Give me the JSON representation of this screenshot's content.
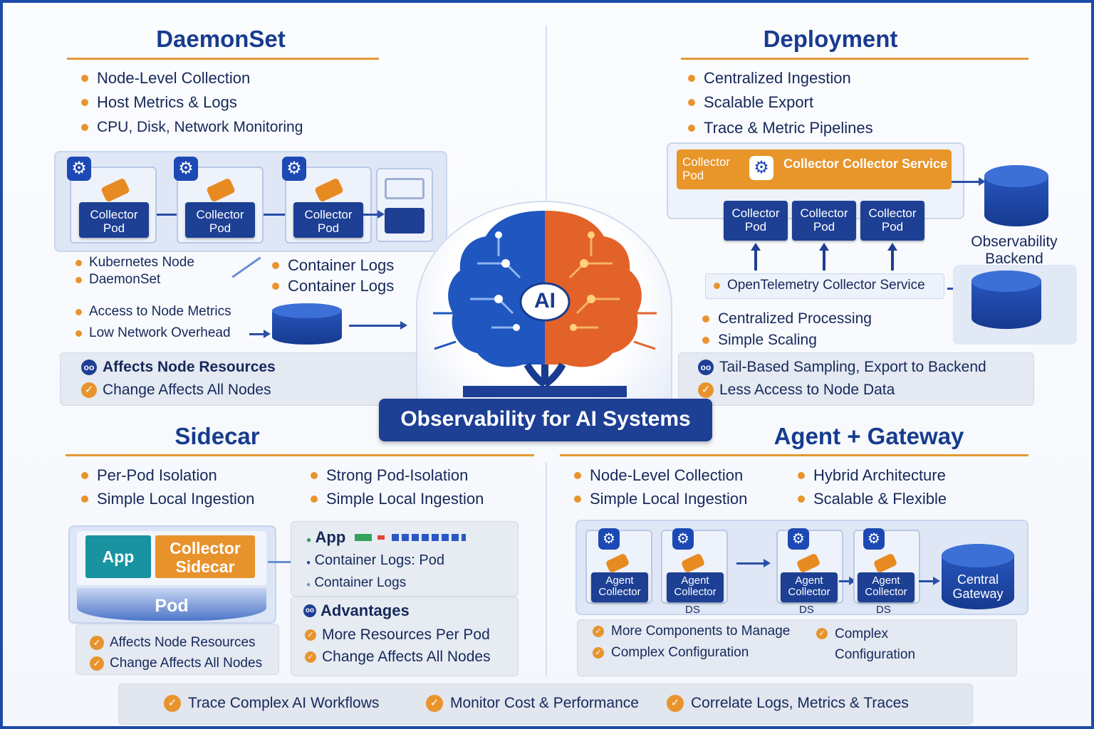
{
  "center": {
    "ai_label": "AI",
    "banner": "Observability for AI Systems"
  },
  "daemonset": {
    "title": "DaemonSet",
    "bullets": [
      "Node-Level Collection",
      "Host Metrics & Logs",
      "CPU, Disk, Network Monitoring"
    ],
    "pods": [
      "Collector\nPod",
      "Collector\nPod",
      "Collector\nPod"
    ],
    "node_labels": [
      "Kubernetes Node",
      "DaemonSet"
    ],
    "logs": [
      "Container Logs",
      "Container Logs"
    ],
    "access": [
      "Access to Node Metrics",
      "Low Network Overhead"
    ],
    "notes": [
      {
        "icon": "warning-icon",
        "text": "Affects Node Resources"
      },
      {
        "icon": "check-icon",
        "text": "Change Affects All Nodes"
      }
    ]
  },
  "deployment": {
    "title": "Deployment",
    "bullets": [
      "Centralized Ingestion",
      "Scalable Export",
      "Trace & Metric Pipelines"
    ],
    "collector_pod": "Collector\nPod",
    "collector_service": "Collector Collector Service",
    "pods": [
      "Collector\nPod",
      "Collector\nPod",
      "Collector\nPod"
    ],
    "backend": "Observability\nBackend",
    "otel_service": "OpenTelemetry Collector Service",
    "extra": [
      "Centralized Processing",
      "Simple Scaling"
    ],
    "notes": [
      {
        "icon": "warning-icon",
        "text": "Tail-Based Sampling, Export to Backend"
      },
      {
        "icon": "check-icon",
        "text": "Less Access to Node Data"
      }
    ]
  },
  "sidecar": {
    "title": "Sidecar",
    "bullets_left": [
      "Per-Pod Isolation",
      "Simple Local Ingestion"
    ],
    "bullets_right": [
      "Strong Pod-Isolation",
      "Simple Local Ingestion"
    ],
    "app": "App",
    "collector_sidecar": "Collector\nSidecar",
    "pod": "Pod",
    "info": [
      "App",
      "Container Logs: Pod",
      "Container Logs"
    ],
    "advantages_title": "Advantages",
    "advantages": [
      "More Resources Per Pod",
      "Change Affects All Nodes"
    ],
    "notes": [
      "Affects Node Resources",
      "Change Affects All Nodes"
    ]
  },
  "agent_gateway": {
    "title": "Agent + Gateway",
    "bullets_left": [
      "Node-Level Collection",
      "Simple Local Ingestion"
    ],
    "bullets_right": [
      "Hybrid Architecture",
      "Scalable & Flexible"
    ],
    "agents": [
      "Agent\nCollector",
      "Agent\nCollector",
      "Agent\nCollector",
      "Agent\nCollector"
    ],
    "ds_labels": [
      "DS",
      "DS",
      "DS"
    ],
    "gateway": "Central\nGateway",
    "notes_left": [
      "More Components to Manage",
      "Complex Configuration"
    ],
    "notes_right": "Complex\nConfiguration"
  },
  "footer": [
    "Trace Complex AI Workflows",
    "Monitor Cost & Performance",
    "Correlate Logs, Metrics & Traces"
  ],
  "colors": {
    "navy": "#1d3f94",
    "orange": "#e8942d",
    "teal": "#1a93a0"
  }
}
